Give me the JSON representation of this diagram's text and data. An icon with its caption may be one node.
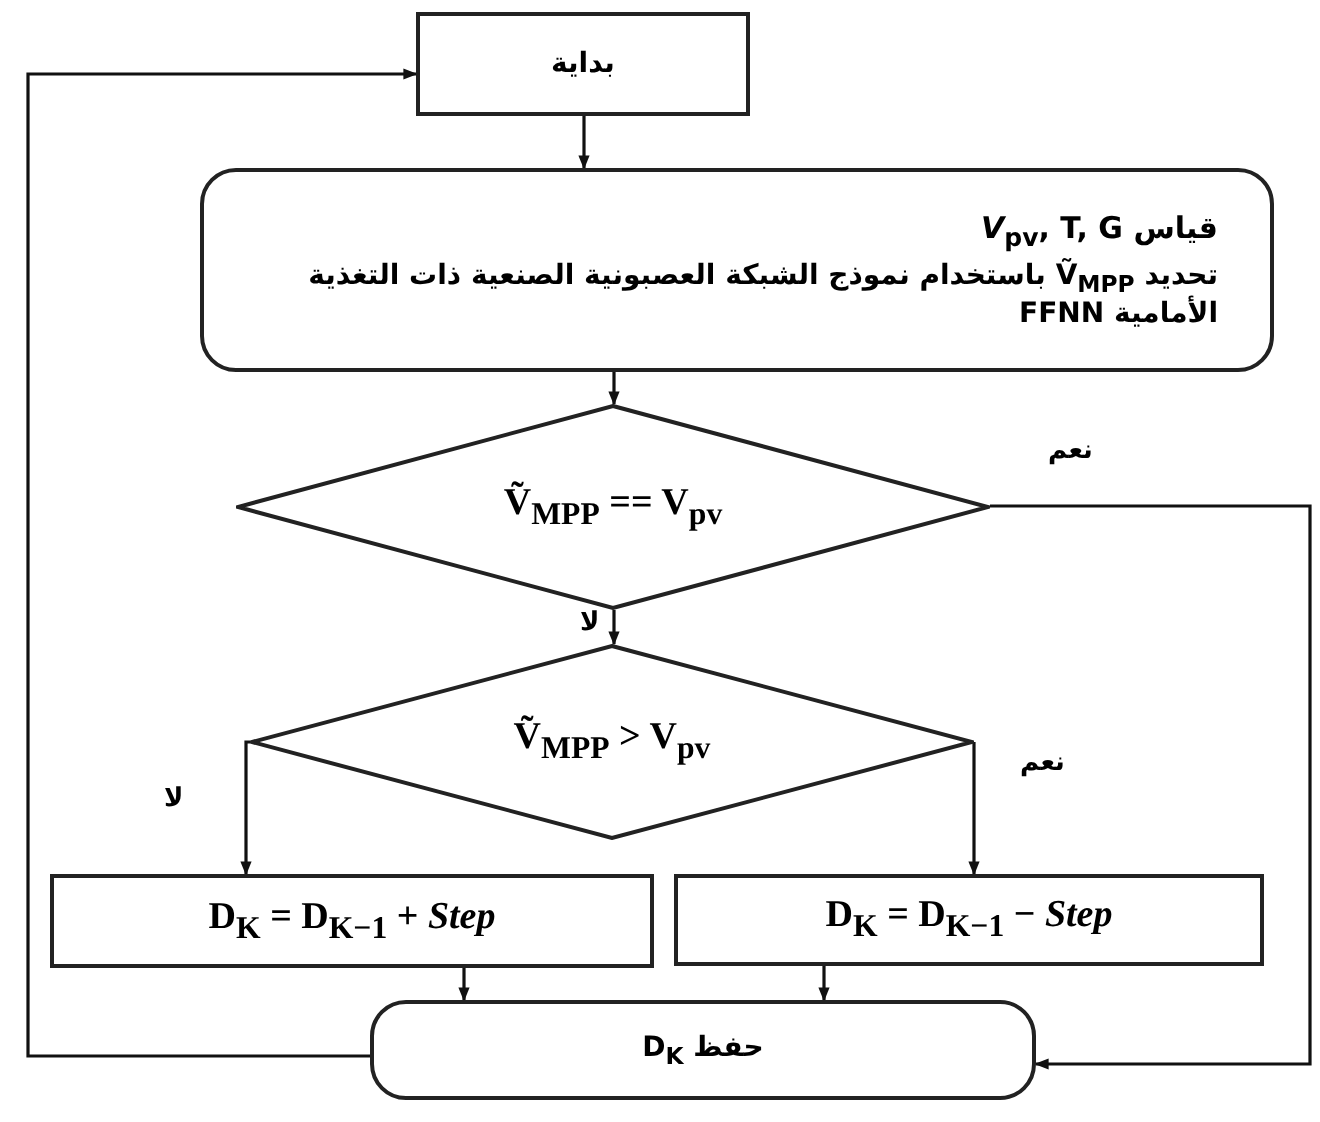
{
  "diagram": {
    "nodes": [
      {
        "text": [
          "بداية"
        ]
      },
      {
        "text": [
          "قياس *V*$_{pv}$, T, G",
          "تحديد Ṽ$_{MPP}$ باستخدام نموذج الشبكة العصبونية الصنعية ذات التغذية الأمامية FFNN"
        ]
      },
      {
        "text": [
          "Ṽ$_{MPP}$ == V$_{pv}$"
        ]
      },
      {
        "text": [
          "Ṽ$_{MPP}$ > V$_{pv}$"
        ]
      },
      {
        "text": [
          "D$_{K}$ = D$_{K−1}$ + *Step*"
        ]
      },
      {
        "text": [
          "D$_{K}$ = D$_{K−1}$ − *Step*"
        ]
      },
      {
        "text": [
          "حفظ D$_{K}$"
        ]
      }
    ],
    "edges": [
      {
        "from": 0,
        "to": 1,
        "arrow": "to"
      },
      {
        "from": 1,
        "to": 2,
        "arrow": "to"
      },
      {
        "from": 2,
        "to": 3,
        "arrow": "to",
        "label": "لا"
      },
      {
        "from": 3,
        "to": 4,
        "arrow": "to",
        "label": "لا"
      },
      {
        "from": 3,
        "to": 5,
        "arrow": "to",
        "label": "نعم"
      },
      {
        "from": 4,
        "to": 6,
        "arrow": "to"
      },
      {
        "from": 5,
        "to": 6,
        "arrow": "to"
      },
      {
        "from": 2,
        "to": 6,
        "arrow": "to",
        "label": "نعم"
      },
      {
        "from": 6,
        "to": 0,
        "arrow": "to"
      }
    ]
  }
}
